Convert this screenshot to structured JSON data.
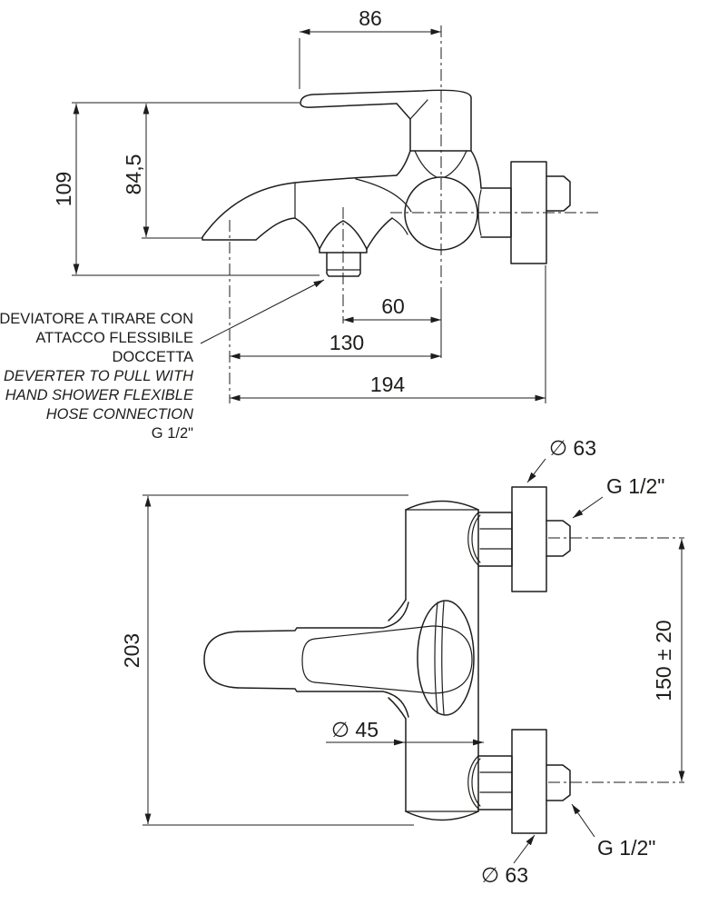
{
  "drawing_type": "technical-dimension-drawing",
  "subject": "wall-mounted bath shower mixer tap, side view and front view",
  "colors": {
    "line": "#1d1d1b",
    "background": "#ffffff"
  },
  "side_view": {
    "dim_handle_to_axis": "86",
    "dim_total_height": "109",
    "dim_spout_height": "84,5",
    "dim_diverter_to_axis": "60",
    "dim_outlet_to_axis": "130",
    "dim_outlet_to_wall": "194"
  },
  "front_view": {
    "dim_total_height": "203",
    "dim_body_diameter": "∅ 45",
    "dim_center_distance": "150 ± 20",
    "label_flange_top": "∅ 63",
    "label_thread_top": "G 1/2\"",
    "label_flange_bottom": "∅ 63",
    "label_thread_bottom": "G 1/2\""
  },
  "note": {
    "it_line1": "DEVIATORE A TIRARE CON",
    "it_line2": "ATTACCO FLESSIBILE",
    "it_line3": "DOCCETTA",
    "en_line1": "DEVERTER TO PULL WITH",
    "en_line2": "HAND SHOWER FLEXIBLE",
    "en_line3": "HOSE CONNECTION",
    "thread": "G 1/2\""
  }
}
